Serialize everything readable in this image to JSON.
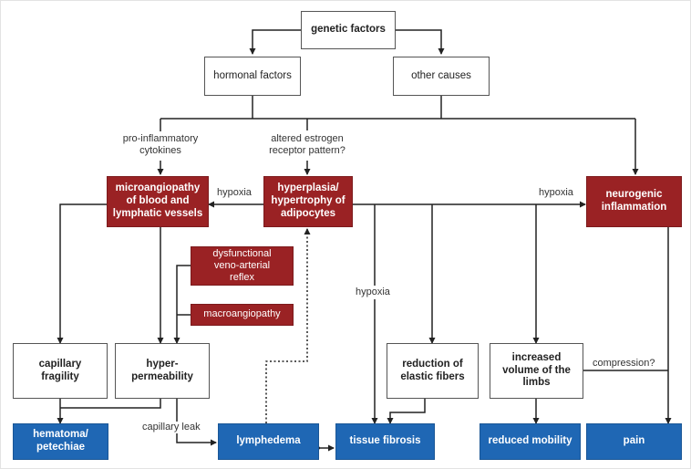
{
  "nodes": {
    "genetic_factors": "genetic factors",
    "hormonal_factors": "hormonal factors",
    "other_causes": "other causes",
    "microangiopathy": "microangiopathy\nof blood and\nlymphatic vessels",
    "hyperplasia": "hyperplasia/\nhypertrophy of\nadipocytes",
    "neurogenic_inflammation": "neurogenic\ninflammation",
    "dysfunctional_reflex": "dysfunctional\nveno-arterial\nreflex",
    "macroangiopathy": "macroangiopathy",
    "capillary_fragility": "capillary\nfragility",
    "hyper_permeability": "hyper-\npermeability",
    "reduction_elastic": "reduction of\nelastic fibers",
    "increased_volume": "increased\nvolume of the\nlimbs",
    "hematoma": "hematoma/\npetechiae",
    "lymphedema": "lymphedema",
    "tissue_fibrosis": "tissue fibrosis",
    "reduced_mobility": "reduced mobility",
    "pain": "pain"
  },
  "labels": {
    "pro_inflammatory": "pro-inflammatory\ncytokines",
    "altered_estrogen": "altered estrogen\nreceptor pattern?",
    "hypoxia_left": "hypoxia",
    "hypoxia_right": "hypoxia",
    "hypoxia_vertical": "hypoxia",
    "capillary_leak": "capillary leak",
    "compression": "compression?"
  },
  "colors": {
    "red": "#9a2224",
    "blue": "#1f67b4",
    "line": "#222222"
  }
}
